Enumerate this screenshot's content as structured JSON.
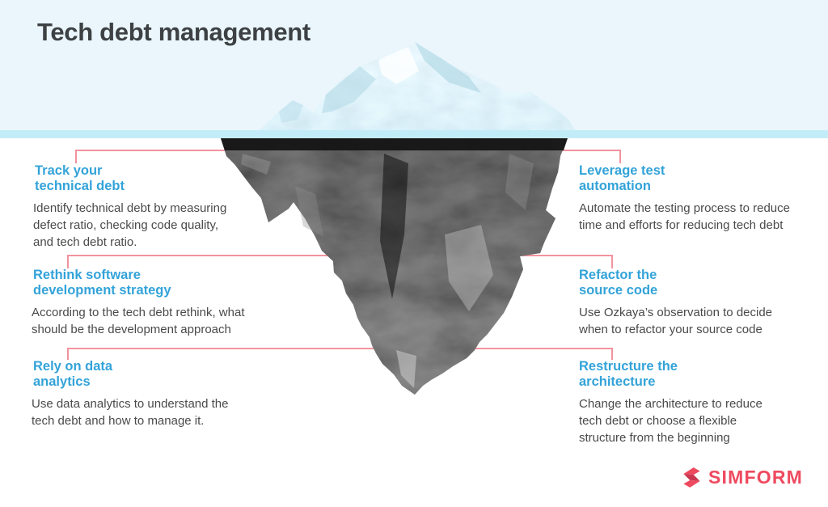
{
  "title": "Tech debt management",
  "colors": {
    "sky": "#eaf6fc",
    "water_strip": "#c2edf8",
    "heading_blue": "#33a3d9",
    "body_text": "#4a4a4a",
    "connector_pink": "#f2939e",
    "logo_red": "#ee4a5f"
  },
  "callouts": [
    {
      "id": "track-technical-debt",
      "heading_lines": [
        "Track your",
        "technical debt"
      ],
      "body_lines": [
        "Identify technical debt by measuring",
        "defect ratio, checking code quality,",
        "and tech debt ratio."
      ]
    },
    {
      "id": "leverage-test-automation",
      "heading_lines": [
        "Leverage test",
        "automation"
      ],
      "body_lines": [
        "Automate the testing process to reduce",
        "time and efforts for reducing tech debt"
      ]
    },
    {
      "id": "rethink-software-development-strategy",
      "heading_lines": [
        "Rethink software",
        "development strategy"
      ],
      "body_lines": [
        "According to the tech debt rethink, what",
        "should be the development approach"
      ]
    },
    {
      "id": "refactor-the-source-code",
      "heading_lines": [
        "Refactor the",
        "source code"
      ],
      "body_lines": [
        "Use Ozkaya’s observation to decide",
        "when to refactor your source code"
      ]
    },
    {
      "id": "rely-on-data-analytics",
      "heading_lines": [
        "Rely on data",
        "analytics"
      ],
      "body_lines": [
        "Use data analytics to understand the",
        "tech debt and how to manage it."
      ]
    },
    {
      "id": "restructure-the-architecture",
      "heading_lines": [
        "Restructure the",
        "architecture"
      ],
      "body_lines": [
        "Change the architecture to reduce",
        "tech debt or choose a flexible",
        "structure from the beginning"
      ]
    }
  ],
  "brand": {
    "name": "SIMFORM"
  }
}
